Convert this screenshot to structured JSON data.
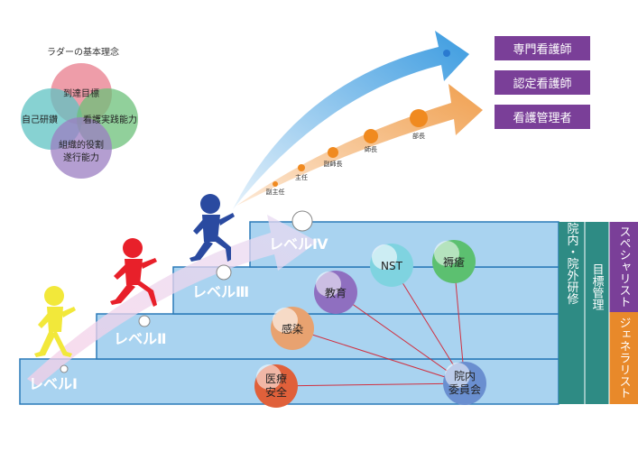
{
  "ladder": {
    "title": "ラダーの基本理念",
    "circles": [
      {
        "label": "到達目標",
        "color": "#e87c8c"
      },
      {
        "label": "自己研鑽",
        "color": "#5fc3c3"
      },
      {
        "label": "看護実践能力",
        "color": "#6cc07a"
      },
      {
        "label_line1": "組織的役割",
        "label_line2": "遂行能力",
        "color": "#9b7ec2"
      }
    ]
  },
  "levels": [
    {
      "label": "レベルⅠ"
    },
    {
      "label": "レベルⅡ"
    },
    {
      "label": "レベルⅢ"
    },
    {
      "label": "レベルⅣ"
    }
  ],
  "committees": [
    {
      "label_line1": "医療",
      "label_line2": "安全",
      "color": "#e0603a"
    },
    {
      "label": "感染",
      "color": "#e8a270"
    },
    {
      "label": "教育",
      "color": "#8f6fc0"
    },
    {
      "label": "NST",
      "color": "#7fd3e0"
    },
    {
      "label": "褥瘡",
      "color": "#5cc070"
    },
    {
      "label_line1": "院内",
      "label_line2": "委員会",
      "color": "#6a8fd0"
    }
  ],
  "career_path": [
    "副主任",
    "主任",
    "副師長",
    "師長",
    "部長"
  ],
  "vertical_bars": {
    "training": "院内・院外研修",
    "goal_management": "目標管理",
    "specialist": "スペシャリスト",
    "generalist": "ジェネラリスト"
  },
  "roles": [
    "専門看護師",
    "認定看護師",
    "看護管理者"
  ],
  "colors": {
    "step_fill": "#a9d3f0",
    "step_stroke": "#2a7ab8",
    "teal_bar": "#2e8b84",
    "purple": "#7a3f98",
    "orange": "#e8892a",
    "role_box": "#7a3f98"
  }
}
